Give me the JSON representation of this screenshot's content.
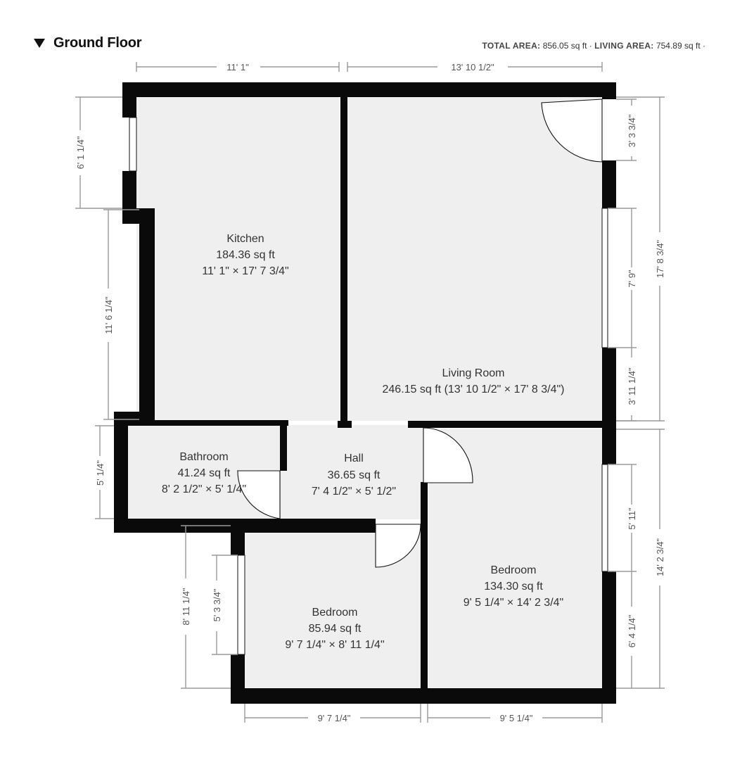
{
  "header": {
    "floor_name": "Ground Floor",
    "collapse_icon": "triangle-down-icon",
    "total_area_label": "TOTAL AREA:",
    "total_area_value": "856.05 sq ft",
    "living_area_label": "LIVING AREA:",
    "living_area_value": "754.89 sq ft"
  },
  "rooms": {
    "kitchen": {
      "name": "Kitchen",
      "area": "184.36 sq ft",
      "size": "11' 1\" × 17' 7 3/4\""
    },
    "living": {
      "name": "Living Room",
      "details": "246.15 sq ft (13' 10 1/2\" × 17' 8 3/4\")"
    },
    "bathroom": {
      "name": "Bathroom",
      "area": "41.24 sq ft",
      "size": "8' 2 1/2\" × 5' 1/4\""
    },
    "hall": {
      "name": "Hall",
      "area": "36.65 sq ft",
      "size": "7' 4 1/2\" × 5' 1/2\""
    },
    "bedroom1": {
      "name": "Bedroom",
      "area": "85.94 sq ft",
      "size": "9' 7 1/4\" × 8' 11 1/4\""
    },
    "bedroom2": {
      "name": "Bedroom",
      "area": "134.30 sq ft",
      "size": "9' 5 1/4\" × 14' 2 3/4\""
    }
  },
  "dimensions": {
    "top_kitchen": "11' 1\"",
    "top_living": "13' 10 1/2\"",
    "left_window": "6' 1 1/4\"",
    "left_kitchen": "11' 6 1/4\"",
    "left_bathroom": "5' 1/4\"",
    "left_bedroom_total": "8' 11 1/4\"",
    "left_bedroom_window": "5' 3 3/4\"",
    "right_living_top": "3' 3 3/4\"",
    "right_living_window": "7' 9\"",
    "right_living_bottom": "3' 11 1/4\"",
    "right_living_total": "17' 8 3/4\"",
    "right_bedroom_window": "5' 11\"",
    "right_bedroom_bottom": "6' 4 1/4\"",
    "right_bedroom_total": "14' 2 3/4\"",
    "bottom_bedroom1": "9' 7 1/4\"",
    "bottom_bedroom2": "9' 5 1/4\""
  }
}
